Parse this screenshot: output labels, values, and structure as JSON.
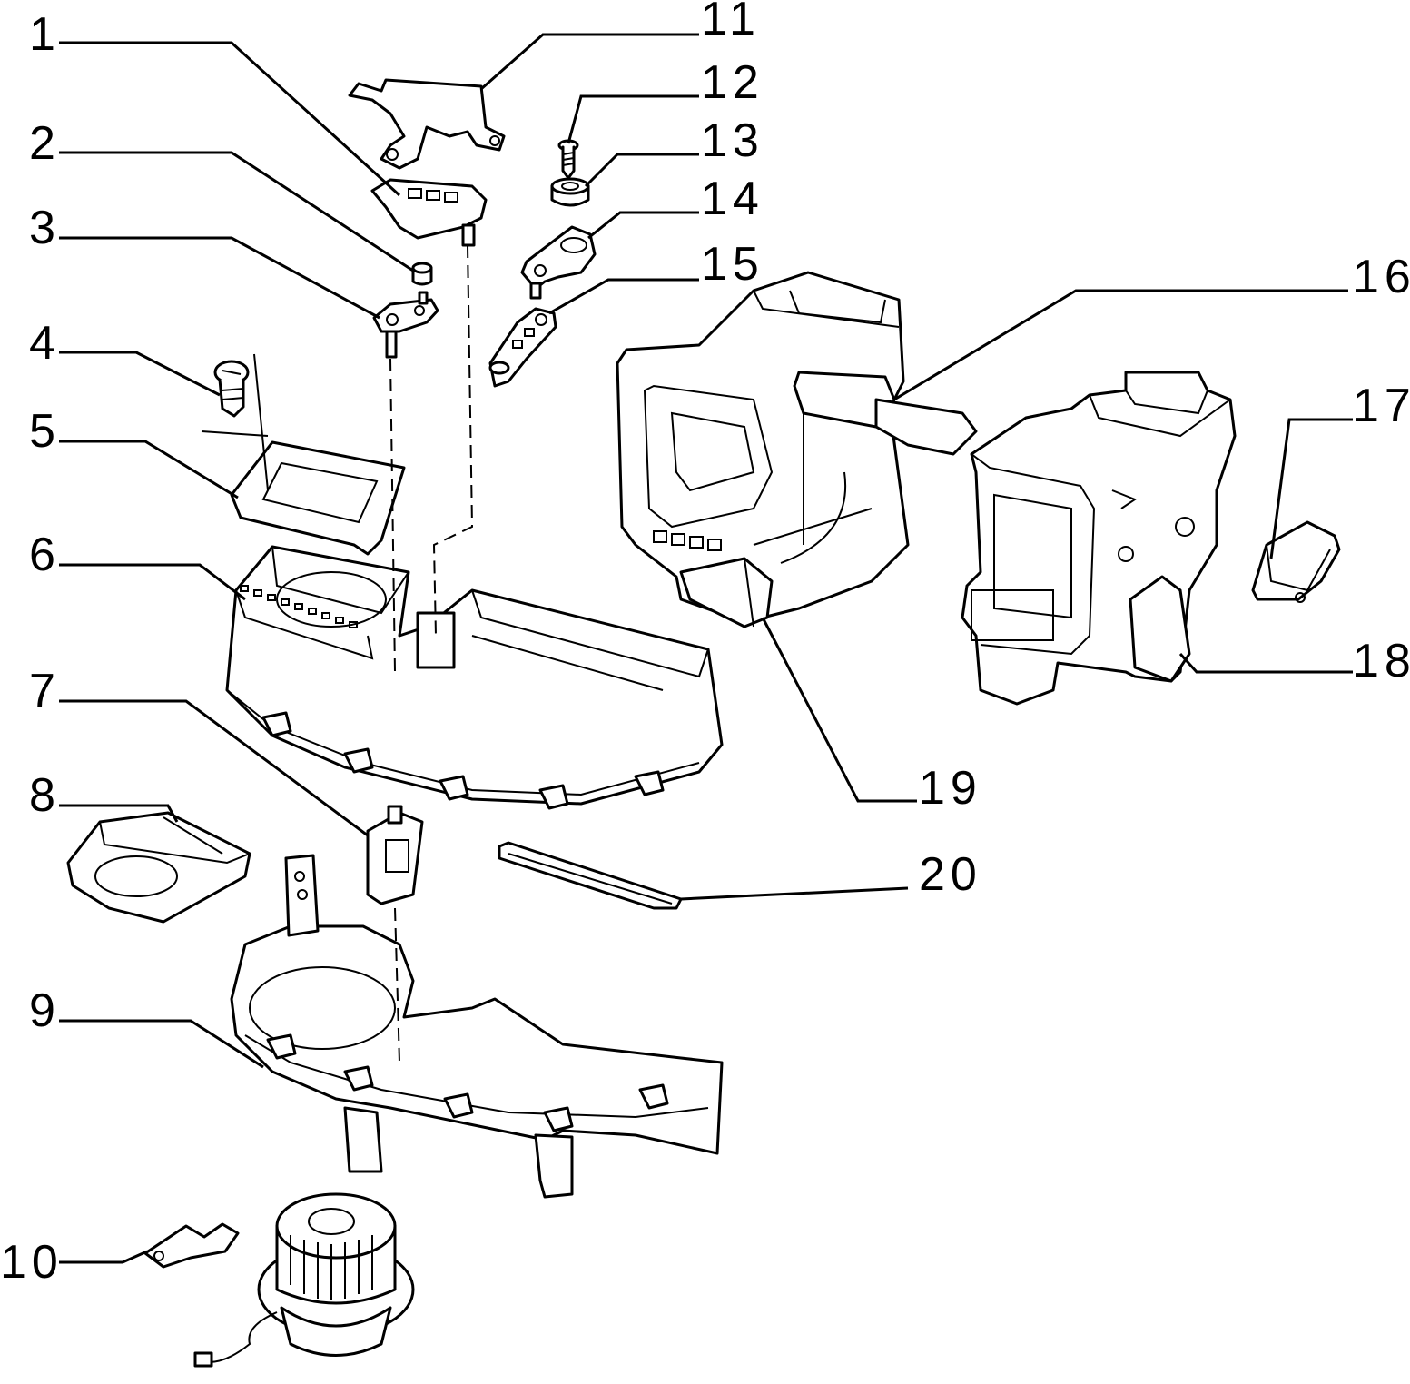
{
  "callouts": [
    "1",
    "2",
    "3",
    "4",
    "5",
    "6",
    "7",
    "8",
    "9",
    "10",
    "11",
    "12",
    "13",
    "14",
    "15",
    "16",
    "17",
    "18",
    "19",
    "20"
  ],
  "colors": {
    "line": "#000000",
    "background": "#ffffff"
  }
}
